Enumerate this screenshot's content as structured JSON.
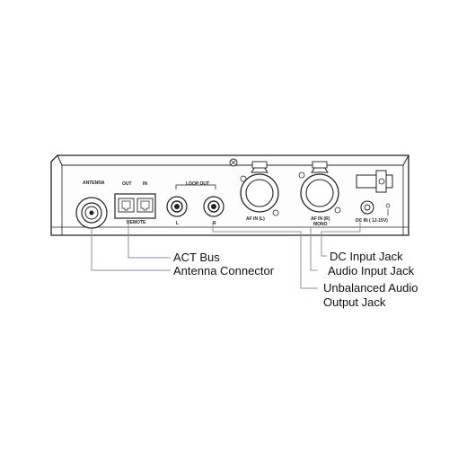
{
  "panel_labels": {
    "antenna": "ANTENNA",
    "remote_out": "OUT",
    "remote_in": "IN",
    "remote": "REMOTE",
    "loop_out": "LOOP OUT",
    "loop_l": "L",
    "loop_r": "R",
    "af_in_l": "AF IN (L)",
    "af_in_r": "AF IN (R)",
    "mono": "MONO",
    "dc_in": "DC IN ( 12-15V)"
  },
  "callouts": {
    "act_bus": "ACT Bus",
    "antenna_connector": "Antenna Connector",
    "dc_input_jack": "DC Input Jack",
    "audio_input_jack": "Audio Input Jack",
    "unbalanced_audio_line1": "Unbalanced Audio",
    "unbalanced_audio_line2": "Output Jack"
  },
  "colors": {
    "leader_line": "#9a8aa0",
    "device_outline": "#222222"
  }
}
